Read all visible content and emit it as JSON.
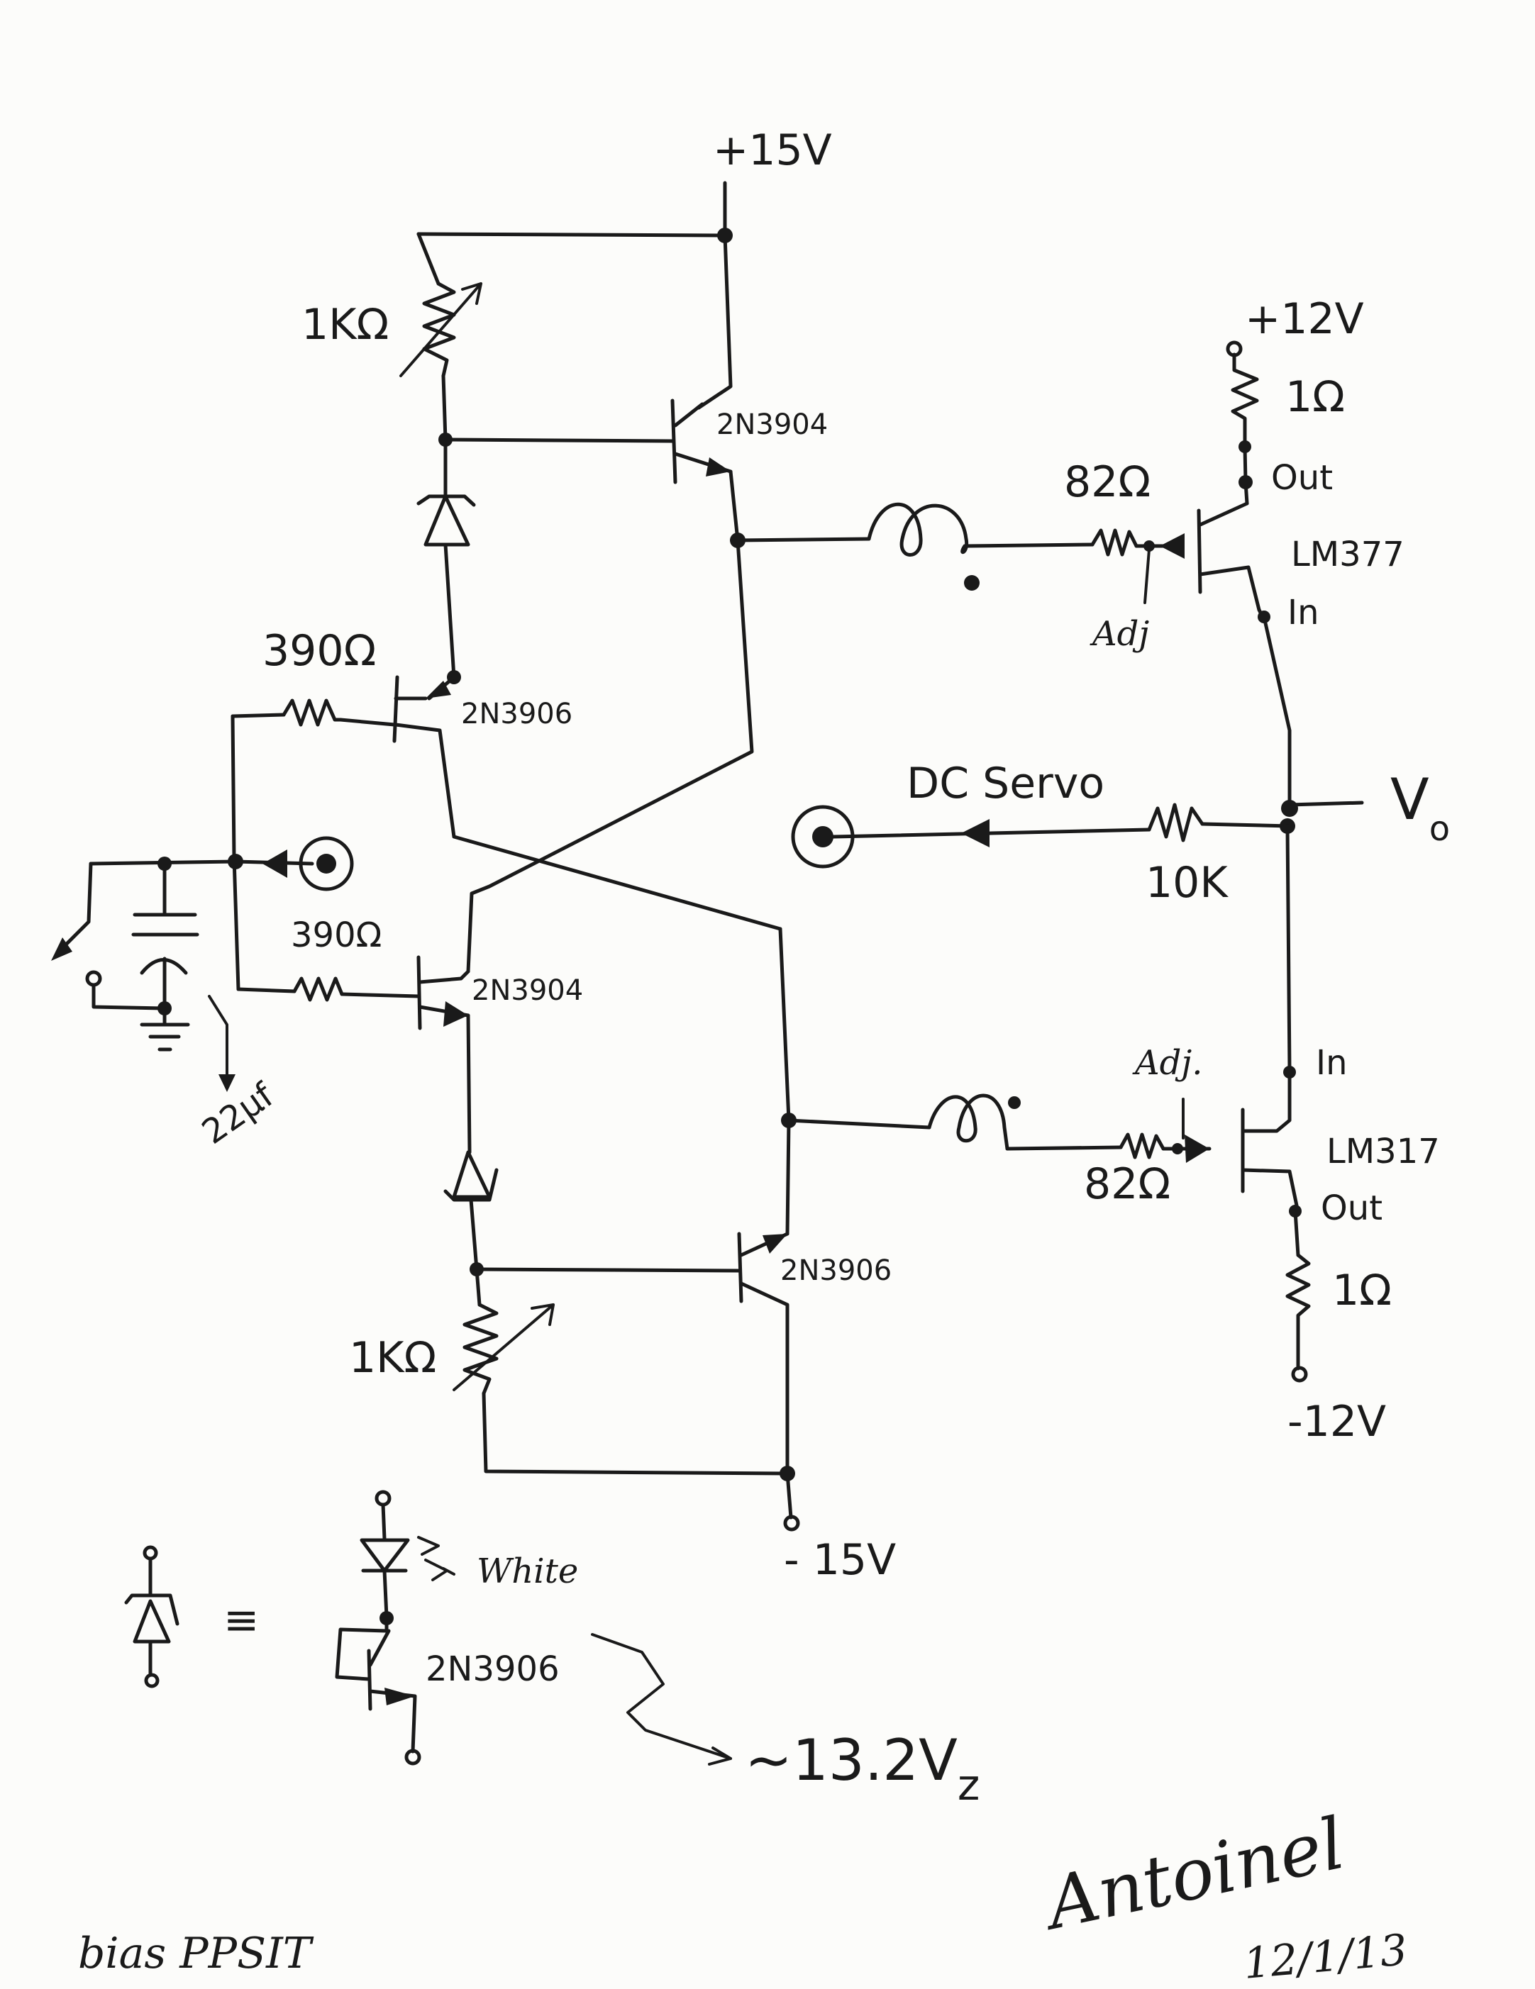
{
  "supplies": {
    "pos15": "+15V",
    "neg15": "- 15V",
    "pos12": "+12V",
    "neg12": "-12V"
  },
  "components": {
    "pot_top": "1KΩ",
    "pot_bottom": "1KΩ",
    "q_top_right": "2N3904",
    "q_top_left": "2N3906",
    "q_bottom_left": "2N3904",
    "q_bottom_right": "2N3906",
    "r_top_base": "390Ω",
    "r_bottom_base": "390Ω",
    "cap": "22µf",
    "r_servo": "10K",
    "servo_label": "DC Servo",
    "output": "V",
    "output_sub": "o",
    "reg_top": "LM377",
    "reg_bottom": "LM317",
    "reg_top_r": "82Ω",
    "reg_bottom_r": "82Ω",
    "reg_top_sense": "1Ω",
    "reg_bottom_sense": "1Ω",
    "pin_out_top": "Out",
    "pin_in_top": "In",
    "pin_adj_top": "Adj",
    "pin_in_bottom": "In",
    "pin_out_bottom": "Out",
    "pin_adj_bottom": "Adj."
  },
  "legend": {
    "equiv": "≡",
    "led": "White",
    "transistor": "2N3906",
    "voltage": "~13.2V",
    "voltage_sub": "z"
  },
  "footer": {
    "title": "bias PPSIT",
    "signature": "Antoinel",
    "date": "12/1/13"
  }
}
